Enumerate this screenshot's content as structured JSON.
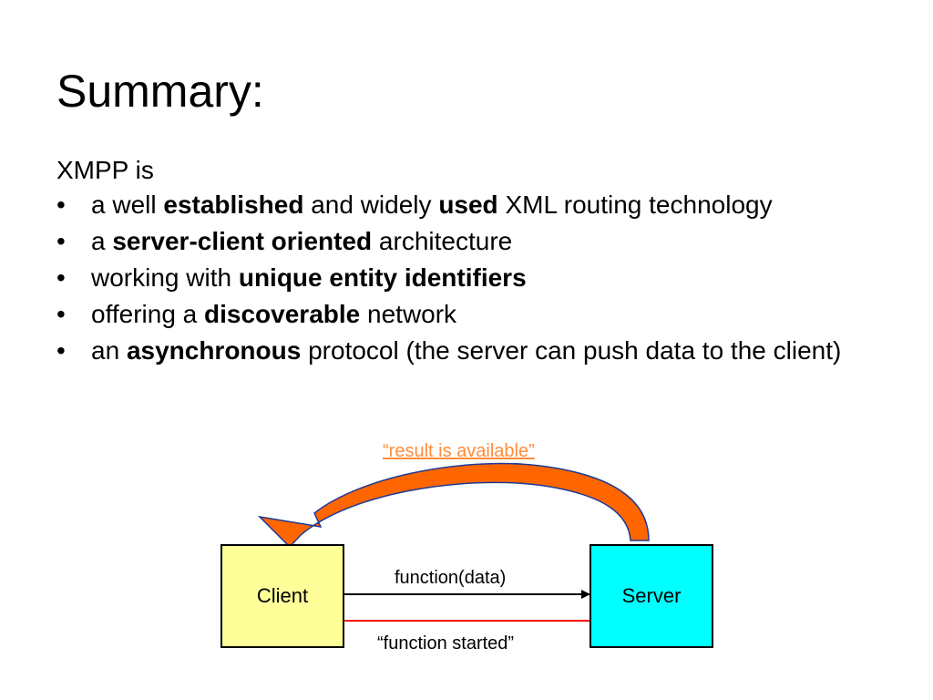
{
  "slide": {
    "title": "Summary:",
    "intro": "XMPP is",
    "bullet_glyph": "•",
    "bullets": [
      {
        "parts": [
          "a well ",
          "established",
          " and widely ",
          "used",
          " XML routing technology"
        ]
      },
      {
        "parts": [
          "a ",
          "server-client oriented",
          " architecture"
        ]
      },
      {
        "parts": [
          "working with ",
          "unique entity identifiers",
          ""
        ]
      },
      {
        "parts": [
          "offering a ",
          "discoverable",
          " network"
        ]
      },
      {
        "parts": [
          "an ",
          "asynchronous",
          " protocol (the server can push data to the client)"
        ]
      }
    ]
  },
  "diagram": {
    "client_label": "Client",
    "server_label": "Server",
    "call_label": "function(data)",
    "ack_label": "“function started”",
    "result_label": "“result is available”",
    "colors": {
      "client_fill": "#ffff99",
      "server_fill": "#00ffff",
      "call_arrow": "#000000",
      "ack_arrow": "#ff0000",
      "result_arrow_fill": "#ff6600",
      "result_arrow_stroke": "#1f3a93",
      "result_label": "#ff8c3a"
    }
  }
}
